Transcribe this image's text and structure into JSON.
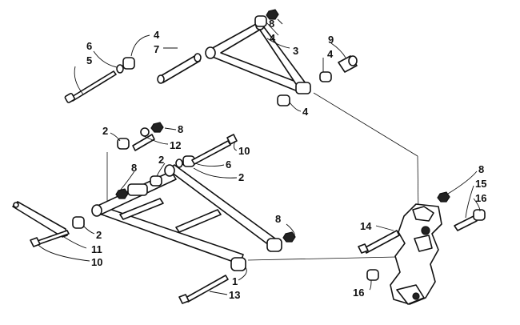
{
  "diagram": {
    "callouts": [
      {
        "id": "c8a",
        "text": "8"
      },
      {
        "id": "c4a",
        "text": "4"
      },
      {
        "id": "c3",
        "text": "3"
      },
      {
        "id": "c6a",
        "text": "6"
      },
      {
        "id": "c5",
        "text": "5"
      },
      {
        "id": "c4b",
        "text": "4"
      },
      {
        "id": "c7",
        "text": "7"
      },
      {
        "id": "c9",
        "text": "9"
      },
      {
        "id": "c4c",
        "text": "4"
      },
      {
        "id": "c4d",
        "text": "4"
      },
      {
        "id": "c2a",
        "text": "2"
      },
      {
        "id": "c8b",
        "text": "8"
      },
      {
        "id": "c12",
        "text": "12"
      },
      {
        "id": "c10a",
        "text": "10"
      },
      {
        "id": "c8c",
        "text": "8"
      },
      {
        "id": "c2b",
        "text": "2"
      },
      {
        "id": "c6b",
        "text": "6"
      },
      {
        "id": "c2c",
        "text": "2"
      },
      {
        "id": "c2d",
        "text": "2"
      },
      {
        "id": "c11",
        "text": "11"
      },
      {
        "id": "c10b",
        "text": "10"
      },
      {
        "id": "c8d",
        "text": "8"
      },
      {
        "id": "c1",
        "text": "1"
      },
      {
        "id": "c13",
        "text": "13"
      },
      {
        "id": "c14",
        "text": "14"
      },
      {
        "id": "c8e",
        "text": "8"
      },
      {
        "id": "c15",
        "text": "15"
      },
      {
        "id": "c16a",
        "text": "16"
      },
      {
        "id": "c16b",
        "text": "16"
      }
    ]
  }
}
